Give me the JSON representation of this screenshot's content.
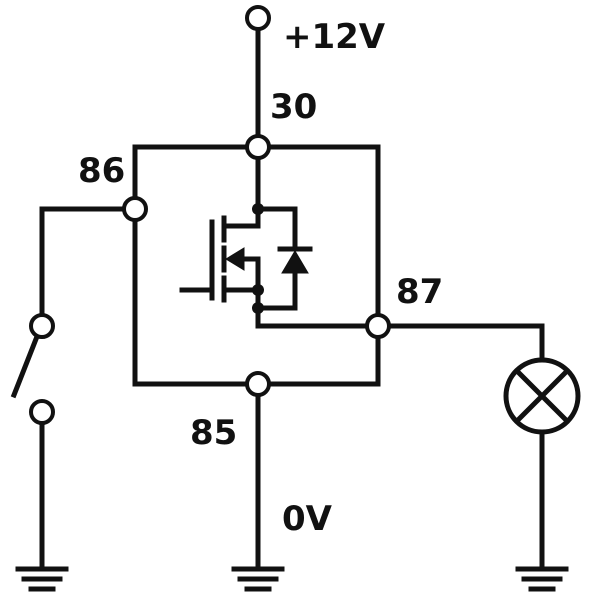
{
  "diagram": {
    "labels": {
      "supply": "+12V",
      "pin30": "30",
      "pin86": "86",
      "pin87": "87",
      "pin85": "85",
      "ground_ref": "0V"
    },
    "components": [
      "terminal",
      "mosfet",
      "diode",
      "switch",
      "lamp",
      "ground"
    ],
    "colors": {
      "ink": "#111111",
      "background": "#ffffff"
    }
  }
}
